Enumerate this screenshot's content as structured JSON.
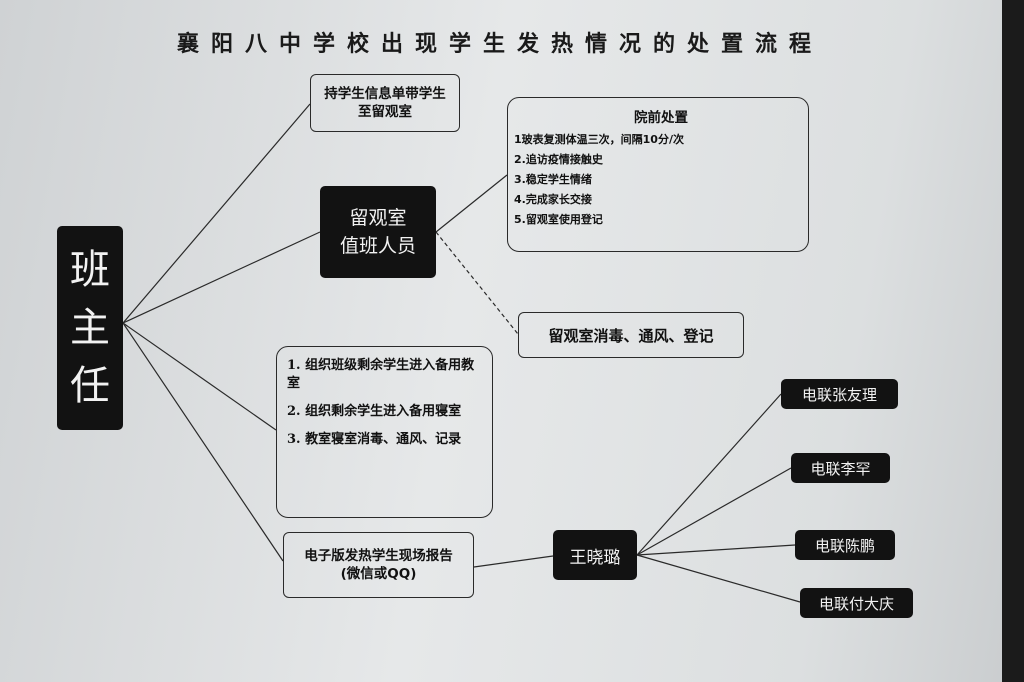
{
  "title": "襄阳八中学校出现学生发热情况的处置流程",
  "nodes": {
    "head_teacher": [
      "班",
      "主",
      "任"
    ],
    "bring_student": "持学生信息单带学生至留观室",
    "duty_staff": [
      "留观室",
      "值班人员"
    ],
    "pre_hospital": {
      "heading": "院前处置",
      "items": [
        "1玻表复测体温三次，间隔10分/次",
        "2.追访疫情接触史",
        "3.稳定学生情绪",
        "4.完成家长交接",
        "5.留观室使用登记"
      ]
    },
    "disinfect_room": "留观室消毒、通风、登记",
    "organize": {
      "items": [
        "1. 组织班级剩余学生进入备用教室",
        "2. 组织剩余学生进入备用寝室",
        "3. 教室寝室消毒、通风、记录"
      ]
    },
    "report": [
      "电子版发热学生现场报告",
      "(微信或QQ)"
    ],
    "wang": "王晓璐",
    "calls": [
      "电联张友理",
      "电联李罕",
      "电联陈鹏",
      "电联付大庆"
    ]
  }
}
